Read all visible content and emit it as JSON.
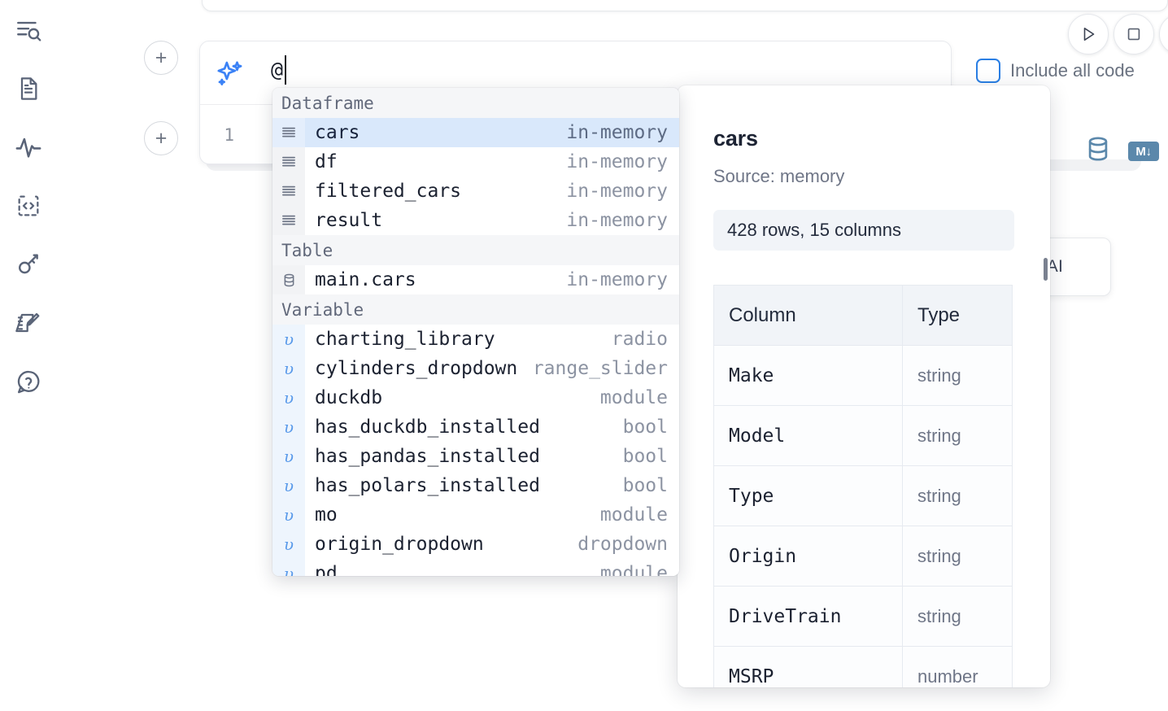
{
  "app": {
    "rail_items": [
      {
        "name": "explorer-search-icon",
        "label": "Explore"
      },
      {
        "name": "document-icon",
        "label": "Notebook"
      },
      {
        "name": "activity-pulse-icon",
        "label": "Runtime"
      },
      {
        "name": "code-braces-icon",
        "label": "Snippets"
      },
      {
        "name": "key-icon",
        "label": "Secrets"
      },
      {
        "name": "notebook-edit-icon",
        "label": "Scratchpad"
      },
      {
        "name": "help-question-icon",
        "label": "Help"
      }
    ]
  },
  "toolbar": {
    "run_label": "Run",
    "stop_label": "Interrupt",
    "include_all_code_label": "Include all code",
    "include_all_code_checked": false,
    "db_icon_label": "Database",
    "markdown_badge_label": "M↓"
  },
  "cell": {
    "add_button_label": "+",
    "line_number": "1",
    "prompt_value": "@",
    "sparkle_icon_label": "AI sparkle"
  },
  "ai_chip": {
    "label": "h AI"
  },
  "autocomplete": {
    "sections": [
      {
        "title": "Dataframe",
        "icon": "dataframe-icon",
        "kind": "df",
        "rows": [
          {
            "name": "cars",
            "type": "in-memory",
            "selected": true
          },
          {
            "name": "df",
            "type": "in-memory",
            "selected": false
          },
          {
            "name": "filtered_cars",
            "type": "in-memory",
            "selected": false
          },
          {
            "name": "result",
            "type": "in-memory",
            "selected": false
          }
        ]
      },
      {
        "title": "Table",
        "icon": "table-database-icon",
        "kind": "table",
        "rows": [
          {
            "name": "main.cars",
            "type": "in-memory",
            "selected": false
          }
        ]
      },
      {
        "title": "Variable",
        "icon": "variable-icon",
        "kind": "var",
        "rows": [
          {
            "name": "charting_library",
            "type": "radio",
            "selected": false
          },
          {
            "name": "cylinders_dropdown",
            "type": "range_slider",
            "selected": false
          },
          {
            "name": "duckdb",
            "type": "module",
            "selected": false
          },
          {
            "name": "has_duckdb_installed",
            "type": "bool",
            "selected": false
          },
          {
            "name": "has_pandas_installed",
            "type": "bool",
            "selected": false
          },
          {
            "name": "has_polars_installed",
            "type": "bool",
            "selected": false
          },
          {
            "name": "mo",
            "type": "module",
            "selected": false
          },
          {
            "name": "origin_dropdown",
            "type": "dropdown",
            "selected": false
          },
          {
            "name": "pd",
            "type": "module",
            "selected": false
          }
        ]
      }
    ]
  },
  "detail": {
    "title": "cars",
    "source": "Source: memory",
    "shape": "428 rows, 15 columns",
    "columns_header": "Column",
    "type_header": "Type",
    "schema": [
      {
        "column": "Make",
        "type": "string"
      },
      {
        "column": "Model",
        "type": "string"
      },
      {
        "column": "Type",
        "type": "string"
      },
      {
        "column": "Origin",
        "type": "string"
      },
      {
        "column": "DriveTrain",
        "type": "string"
      },
      {
        "column": "MSRP",
        "type": "number"
      }
    ]
  }
}
